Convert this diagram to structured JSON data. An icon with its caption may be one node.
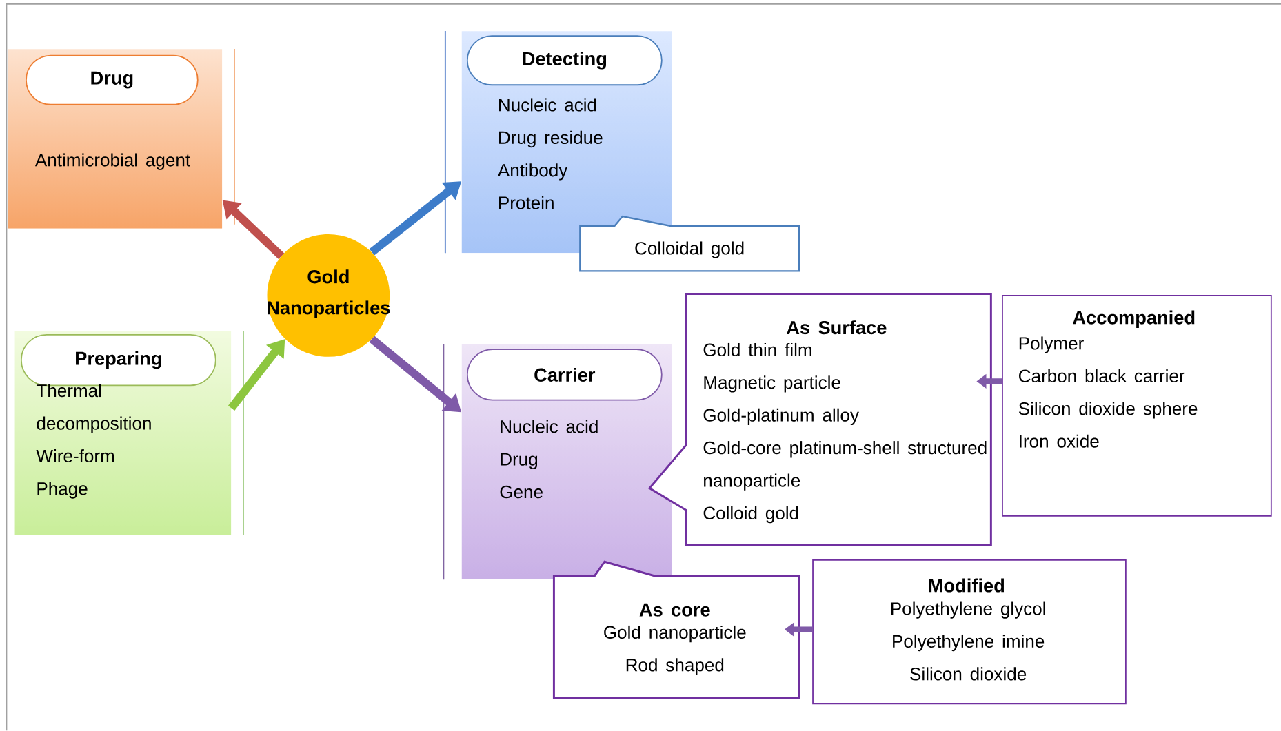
{
  "diagram": {
    "nodes": [
      {
        "text": [
          "Drug",
          "Antimicrobial agent"
        ]
      },
      {
        "text": [
          "Gold Nanoparticles"
        ]
      },
      {
        "text": [
          "Detecting",
          "Nucleic acid",
          "Drug residue",
          "Antibody",
          "Protein"
        ]
      },
      {
        "text": [
          "Colloidal gold"
        ]
      },
      {
        "text": [
          "Preparing",
          "Thermal decomposition",
          "Wire-form",
          "Phage"
        ]
      },
      {
        "text": [
          "Carrier",
          "Nucleic acid",
          "Drug",
          "Gene"
        ]
      },
      {
        "text": [
          "As Surface",
          "Gold thin film",
          "Magnetic particle",
          "Gold-platinum alloy",
          "Gold-core platinum-shell structured nanoparticle",
          "Colloid gold"
        ]
      },
      {
        "text": [
          "Accompanied",
          "Polymer",
          "Carbon black carrier",
          "Silicon dioxide sphere",
          "Iron oxide"
        ]
      },
      {
        "text": [
          "As core",
          "Gold nanoparticle",
          "Rod shaped"
        ]
      },
      {
        "text": [
          "Modified",
          "Polyethylene glycol",
          "Polyethylene imine",
          "Silicon dioxide"
        ]
      }
    ],
    "edges": [
      {
        "from": 1,
        "to": 0,
        "arrow": "to",
        "color": "#c0504d"
      },
      {
        "from": 1,
        "to": 2,
        "arrow": "to",
        "color": "#3d7cc9"
      },
      {
        "from": 4,
        "to": 1,
        "arrow": "to",
        "color": "#8dc63f"
      },
      {
        "from": 1,
        "to": 5,
        "arrow": "to",
        "color": "#7f5aa8"
      },
      {
        "from": 7,
        "to": 6,
        "arrow": "to",
        "color": "#7f5aa8"
      },
      {
        "from": 9,
        "to": 8,
        "arrow": "to",
        "color": "#7f5aa8"
      }
    ]
  }
}
